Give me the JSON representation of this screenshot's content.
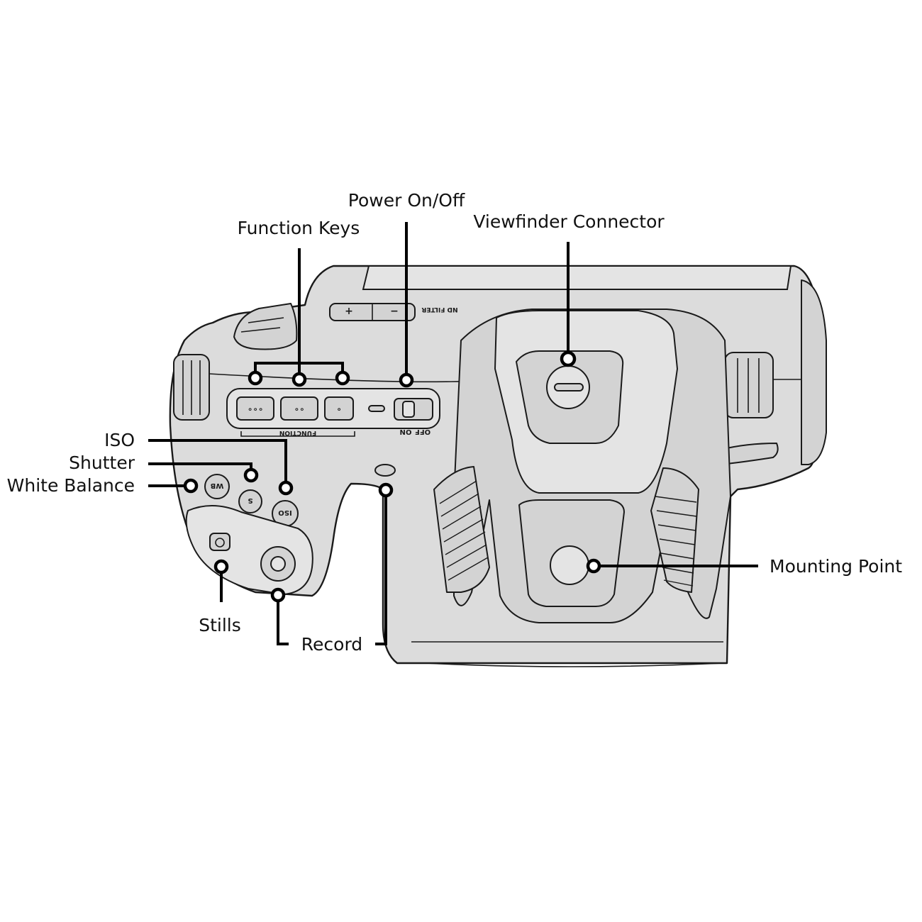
{
  "diagram": {
    "callouts": {
      "power": "Power On/Off",
      "function_keys": "Function Keys",
      "viewfinder": "Viewfinder Connector",
      "iso": "ISO",
      "shutter": "Shutter",
      "white_balance": "White Balance",
      "mounting": "Mounting Point",
      "stills": "Stills",
      "record": "Record"
    },
    "camera_markings": {
      "nd_filter": "ND FILTER",
      "nd_plus": "+",
      "nd_minus": "−",
      "function_panel": "FUNCTION",
      "switch_off": "OFF",
      "switch_on": "ON",
      "button_wb": "WB",
      "button_s": "S",
      "button_iso": "ISO",
      "key_1": "∘∘∘",
      "key_2": "∘∘",
      "key_3": "∘"
    }
  }
}
